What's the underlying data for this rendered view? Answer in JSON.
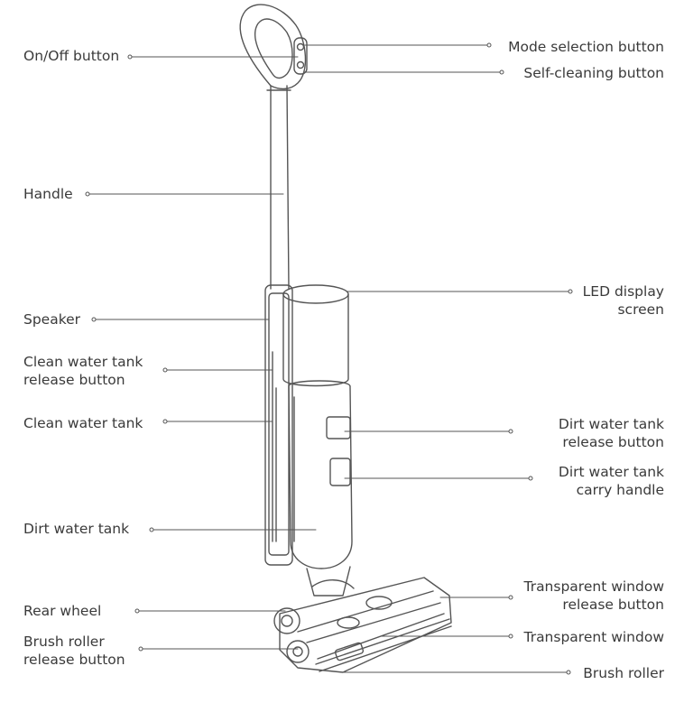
{
  "labels": {
    "on_off": "On/Off button",
    "mode_selection": "Mode selection button",
    "self_cleaning": "Self-cleaning button",
    "handle": "Handle",
    "led_display": "LED display\nscreen",
    "speaker": "Speaker",
    "clean_tank_release": "Clean water tank\nrelease button",
    "clean_tank": "Clean water tank",
    "dirt_tank_release": "Dirt water tank\nrelease button",
    "dirt_tank_carry": "Dirt water tank\ncarry handle",
    "dirt_tank": "Dirt water tank",
    "window_release": "Transparent window\nrelease button",
    "rear_wheel": "Rear wheel",
    "brush_release": "Brush roller\nrelease button",
    "transparent_window": "Transparent window",
    "brush_roller": "Brush roller"
  },
  "colors": {
    "line": "#555555",
    "text": "#3a3a3a"
  }
}
